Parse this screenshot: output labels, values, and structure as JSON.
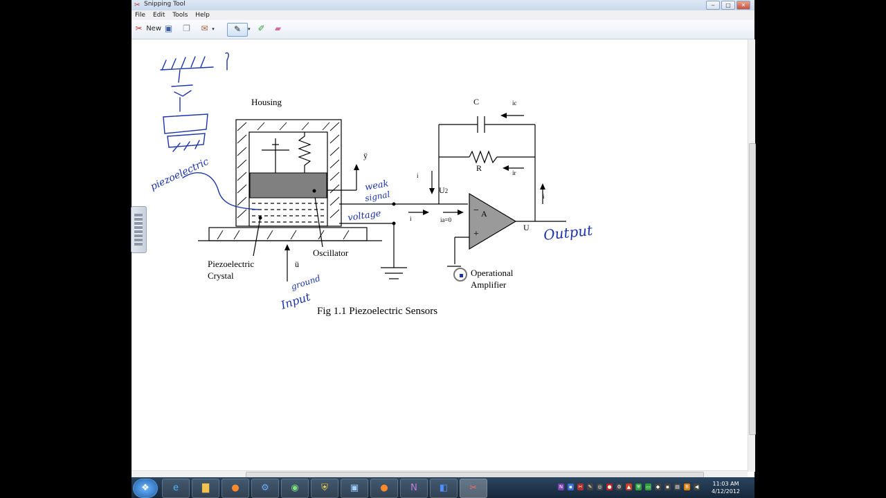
{
  "window": {
    "title": "Snipping Tool"
  },
  "menu": [
    "File",
    "Edit",
    "Tools",
    "Help"
  ],
  "toolbar": {
    "new_label": "New"
  },
  "diagram": {
    "housing": "Housing",
    "piezo_line1": "Piezoelectric",
    "piezo_line2": "Crystal",
    "oscillator": "Oscillator",
    "u_ddot": "ü",
    "y_ddot": "ÿ",
    "c": "C",
    "ic": "ic",
    "r": "R",
    "ir": "ir",
    "i_top": "i",
    "u2": "U",
    "u2_sub": "2",
    "i_bottom": "i",
    "ia": "ia=0",
    "a": "A",
    "minus": "−",
    "plus": "+",
    "i_right": "i",
    "u": "U",
    "opamp_line1": "Operational",
    "opamp_line2": "Amplifier",
    "caption": "Fig 1.1 Piezoelectric Sensors"
  },
  "handwriting": {
    "piezoelectric": "piezoelectric",
    "weak": "weak",
    "signal": "signal",
    "voltage": "voltage",
    "ground": "ground",
    "input": "Input",
    "output": "Output"
  },
  "taskbar": {
    "time": "11:03 AM",
    "date": "4/12/2012"
  },
  "colors": {
    "ink": "#1b33a8",
    "mass": "#808080"
  }
}
